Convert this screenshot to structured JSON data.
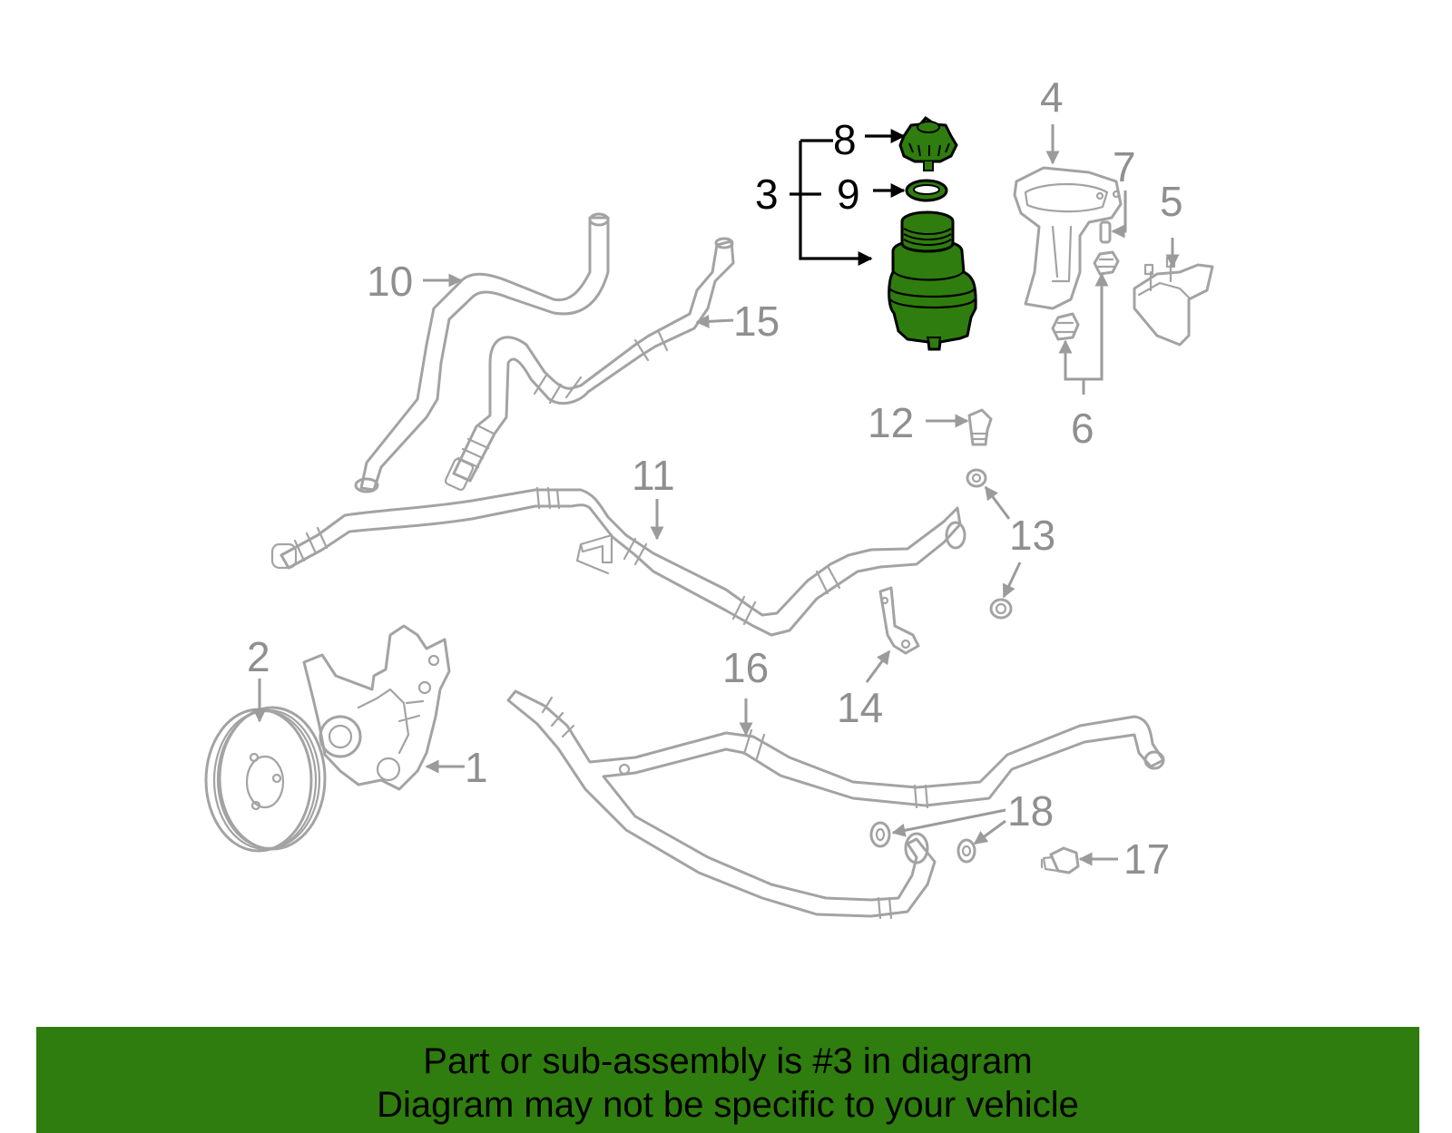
{
  "callouts": [
    {
      "id": "1",
      "text": "1"
    },
    {
      "id": "2",
      "text": "2"
    },
    {
      "id": "3",
      "text": "3"
    },
    {
      "id": "4",
      "text": "4"
    },
    {
      "id": "5",
      "text": "5"
    },
    {
      "id": "6",
      "text": "6"
    },
    {
      "id": "7",
      "text": "7"
    },
    {
      "id": "8",
      "text": "8"
    },
    {
      "id": "9",
      "text": "9"
    },
    {
      "id": "10",
      "text": "10"
    },
    {
      "id": "11",
      "text": "11"
    },
    {
      "id": "12",
      "text": "12"
    },
    {
      "id": "13",
      "text": "13"
    },
    {
      "id": "14",
      "text": "14"
    },
    {
      "id": "15",
      "text": "15"
    },
    {
      "id": "16",
      "text": "16"
    },
    {
      "id": "17",
      "text": "17"
    },
    {
      "id": "18",
      "text": "18"
    }
  ],
  "highlighted_part": "3",
  "colors": {
    "highlight": "#2f7d0e",
    "part_lines": "#a3a3a3",
    "label_gray": "#8f8f8f",
    "label_black": "#000000",
    "banner": "#2f7d0e"
  },
  "banner": {
    "line1": "Part or sub-assembly is #3 in diagram",
    "line2": "Diagram may not be specific to your vehicle"
  }
}
